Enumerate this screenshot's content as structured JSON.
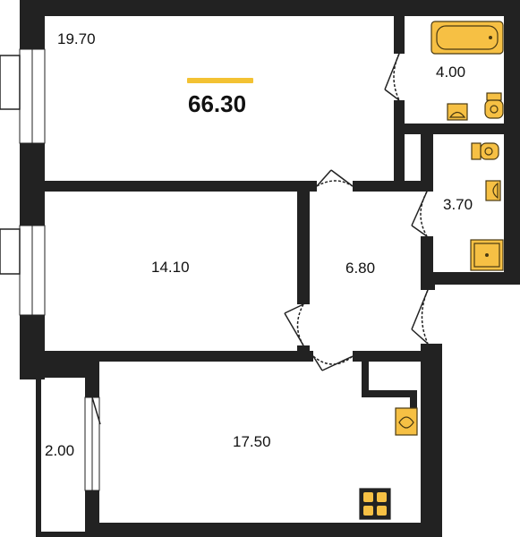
{
  "plan": {
    "total_area": "66.30",
    "rooms": [
      {
        "id": "living",
        "area": "19.70"
      },
      {
        "id": "bathroom",
        "area": "4.00"
      },
      {
        "id": "toilet",
        "area": "3.70"
      },
      {
        "id": "bedroom",
        "area": "14.10"
      },
      {
        "id": "hall",
        "area": "6.80"
      },
      {
        "id": "kitchen",
        "area": "17.50"
      },
      {
        "id": "loggia",
        "area": "2.00"
      }
    ]
  },
  "colors": {
    "wall": "#222222",
    "fixture_fill": "#f6c044",
    "fixture_stroke": "#4a3a12",
    "accent": "#f3c233",
    "window": "#ffffff"
  },
  "icons": [
    "bathtub-icon",
    "sink-icon",
    "toilet-icon",
    "shower-tray-icon",
    "stove-icon"
  ]
}
